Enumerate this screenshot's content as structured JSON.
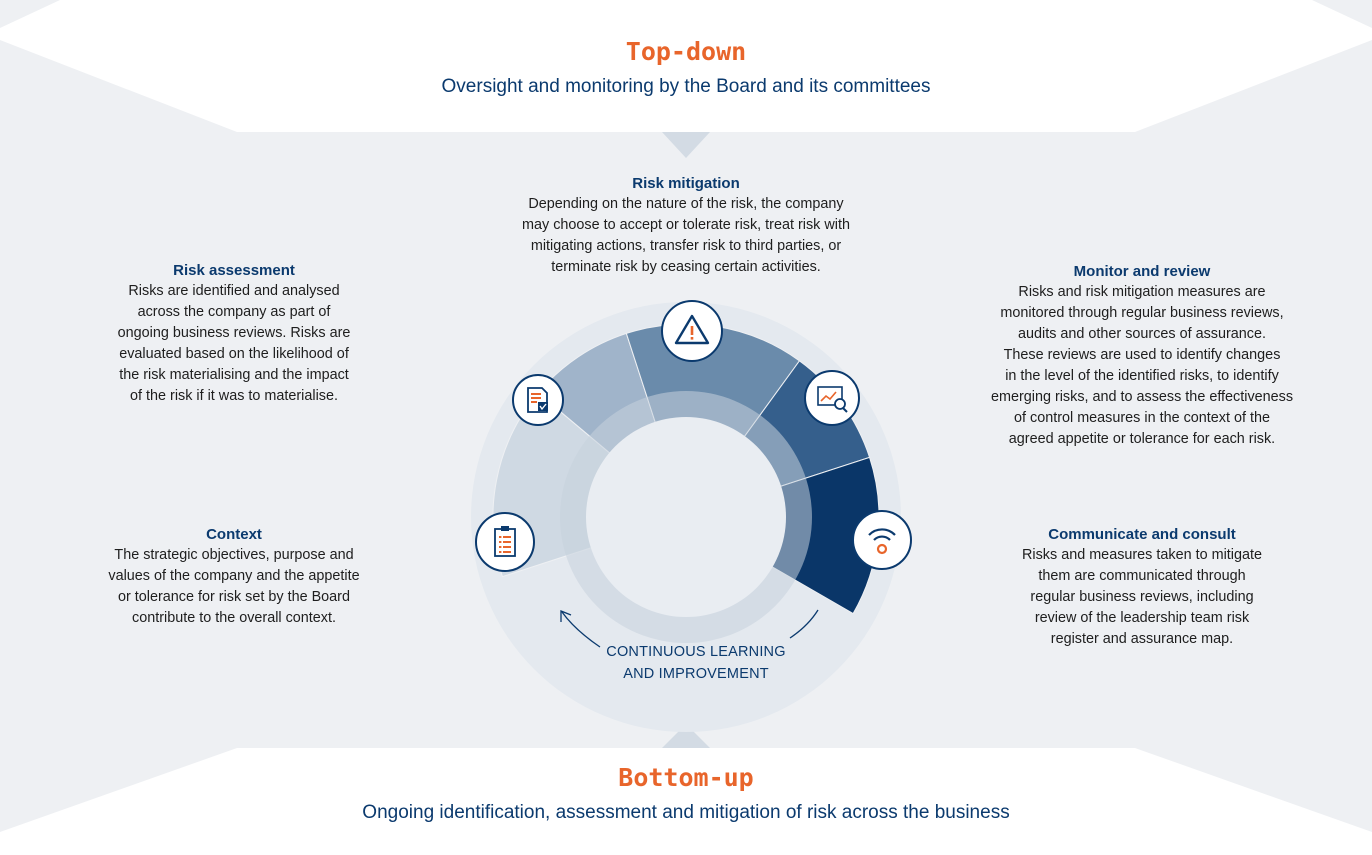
{
  "colors": {
    "orange": "#e8652b",
    "navy": "#0b3a6e",
    "banner_bg": "#ffffff",
    "page_bg": "#eef0f3",
    "seg_context": "#cfd9e3",
    "seg_assessment": "#a0b4ca",
    "seg_mitigation": "#6a8bab",
    "seg_monitor": "#355f8c",
    "seg_communicate": "#0a3668"
  },
  "top_banner": {
    "title": "Top-down",
    "subtitle": "Oversight and monitoring by the Board and its committees"
  },
  "bottom_banner": {
    "title": "Bottom-up",
    "subtitle": "Ongoing identification, assessment and mitigation of risk across the business"
  },
  "stages": {
    "mitigation": {
      "title": "Risk mitigation",
      "lines": [
        "Depending on the nature of the risk, the company",
        "may choose to accept or tolerate risk, treat risk with",
        "mitigating actions, transfer risk to third parties, or",
        "terminate risk by ceasing certain activities."
      ],
      "icon": "warning-triangle-icon"
    },
    "assessment": {
      "title": "Risk assessment",
      "lines": [
        "Risks are identified and analysed",
        "across the company as part of",
        "ongoing business reviews. Risks are",
        "evaluated based on the likelihood of",
        "the risk materialising and the impact",
        "of the risk if it was to materialise."
      ],
      "icon": "checklist-document-icon"
    },
    "monitor": {
      "title": "Monitor and review",
      "lines": [
        "Risks and risk mitigation measures are",
        "monitored through regular business reviews,",
        "audits and other sources of assurance.",
        "These reviews are used to identify changes",
        "in the level of the identified risks, to identify",
        "emerging risks, and to assess the effectiveness",
        "of control measures in the context of the",
        "agreed appetite or tolerance for each risk."
      ],
      "icon": "chart-magnifier-icon"
    },
    "context": {
      "title": "Context",
      "lines": [
        "The strategic objectives, purpose and",
        "values of the company and the appetite",
        "or tolerance for risk set by the Board",
        "contribute to the overall context."
      ],
      "icon": "clipboard-icon"
    },
    "communicate": {
      "title": "Communicate and consult",
      "lines": [
        "Risks and measures taken to mitigate",
        "them are communicated through",
        "regular business reviews, including",
        "review of the leadership team risk",
        "register and assurance map."
      ],
      "icon": "broadcast-signal-icon"
    }
  },
  "cycle": {
    "lines": [
      "CONTINUOUS LEARNING",
      "AND IMPROVEMENT"
    ]
  }
}
